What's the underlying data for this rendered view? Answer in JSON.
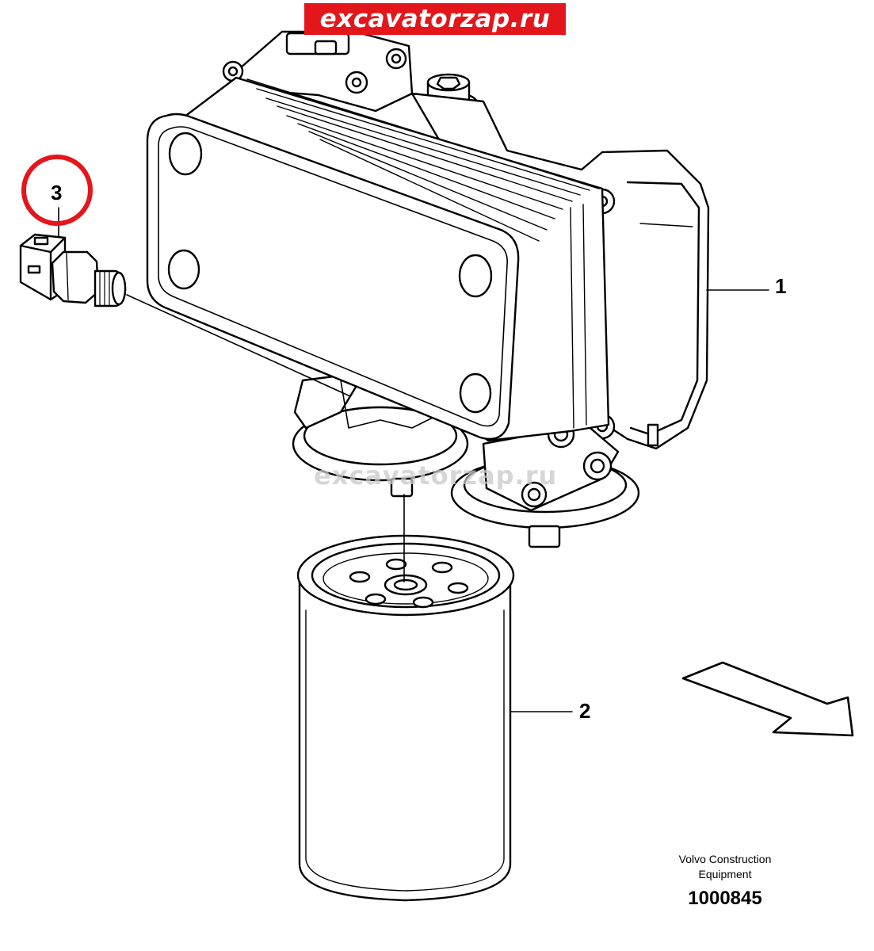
{
  "watermark": {
    "banner_text": "excavatorzap.ru",
    "banner_color": "#e3161b",
    "center_text": "excavatorzap.ru"
  },
  "callouts": {
    "part_1": "1",
    "part_2": "2",
    "part_3": "3",
    "highlight_color": "#e3161b"
  },
  "footer": {
    "company_line1": "Volvo Construction",
    "company_line2": "Equipment",
    "drawing_number": "1000845"
  }
}
